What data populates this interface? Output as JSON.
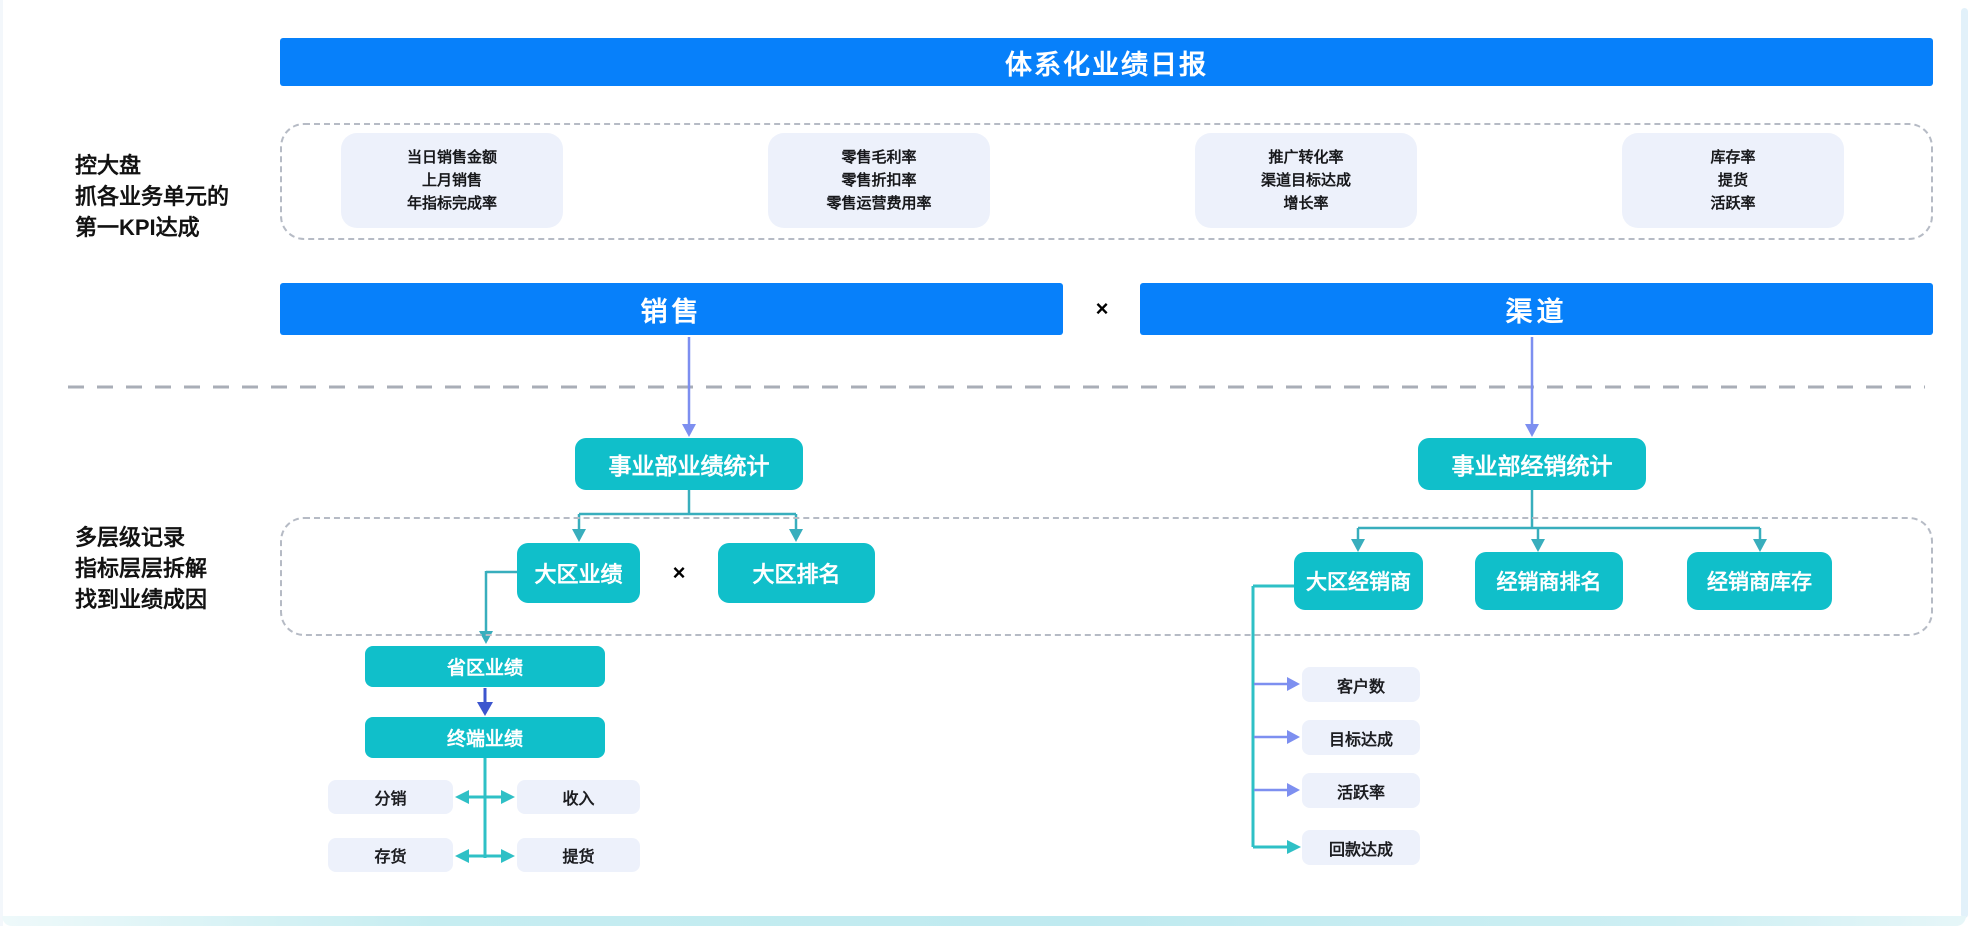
{
  "title": "体系化业绩日报",
  "multiply": "×",
  "left_notes": {
    "top": [
      "控大盘",
      "抓各业务单元的",
      "第一KPI达成"
    ],
    "bottom": [
      "多层级记录",
      "指标层层拆解",
      "找到业绩成因"
    ]
  },
  "kpi_groups": [
    [
      "当日销售金额",
      "上月销售",
      "年指标完成率"
    ],
    [
      "零售毛利率",
      "零售折扣率",
      "零售运营费用率"
    ],
    [
      "推广转化率",
      "渠道目标达成",
      "增长率"
    ],
    [
      "库存率",
      "提货",
      "活跃率"
    ]
  ],
  "banners": {
    "sales": "销售",
    "channel": "渠道"
  },
  "sales_tree": {
    "root": "事业部业绩统计",
    "region_perf": "大区业绩",
    "region_rank": "大区排名",
    "province_perf": "省区业绩",
    "terminal_perf": "终端业绩",
    "leaves": [
      "分销",
      "收入",
      "存货",
      "提货"
    ]
  },
  "channel_tree": {
    "root": "事业部经销统计",
    "children": [
      "大区经销商",
      "经销商排名",
      "经销商库存"
    ],
    "metrics": [
      "客户数",
      "目标达成",
      "活跃率",
      "回款达成"
    ]
  },
  "colors": {
    "banner_blue": "#0780fa",
    "node_teal": "#10bfca",
    "connector_teal": "#38aebd",
    "connector_cyan": "#2fc0c6",
    "arrow_periwinkle": "#7d8ff0",
    "arrow_indigo": "#3c55ce",
    "light_box": "#edf1fb",
    "dashed_border": "#b6bbc5",
    "divider_gray": "#a9aeb7"
  }
}
